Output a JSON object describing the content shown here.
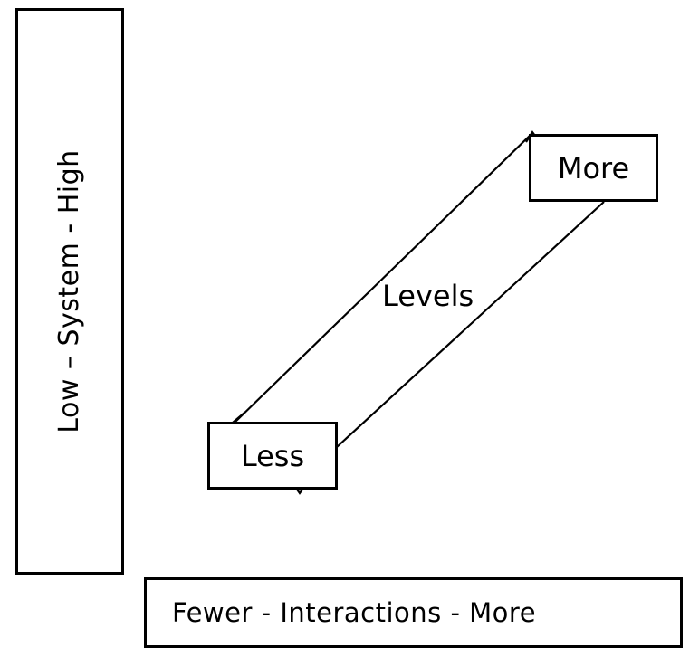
{
  "diagram": {
    "type": "two-axis-relationship-diagram",
    "background_color": "#ffffff",
    "stroke_color": "#000000",
    "axes": {
      "y_axis": {
        "label": "Low  –  System  -  High",
        "orientation": "vertical-rotated-90-ccw",
        "low_end": "Low",
        "name": "System",
        "high_end": "High"
      },
      "x_axis": {
        "label": "Fewer   -   Interactions   -   More",
        "orientation": "horizontal",
        "low_end": "Fewer",
        "name": "Interactions",
        "high_end": "More"
      }
    },
    "nodes": [
      {
        "id": "less",
        "label": "Less",
        "position": "lower-left"
      },
      {
        "id": "more",
        "label": "More",
        "position": "upper-right"
      }
    ],
    "edges": [
      {
        "id": "edge-upper",
        "label": "Levels",
        "from": "more",
        "to": "less",
        "from_anchor": "top-left",
        "to_anchor": "top-left",
        "arrowheads": [
          "more-end",
          "less-end"
        ]
      },
      {
        "id": "edge-lower",
        "label": "",
        "from": "less",
        "to": "more",
        "from_anchor": "right",
        "to_anchor": "bottom-right",
        "arrowheads": []
      }
    ],
    "edge_label": "Levels"
  }
}
